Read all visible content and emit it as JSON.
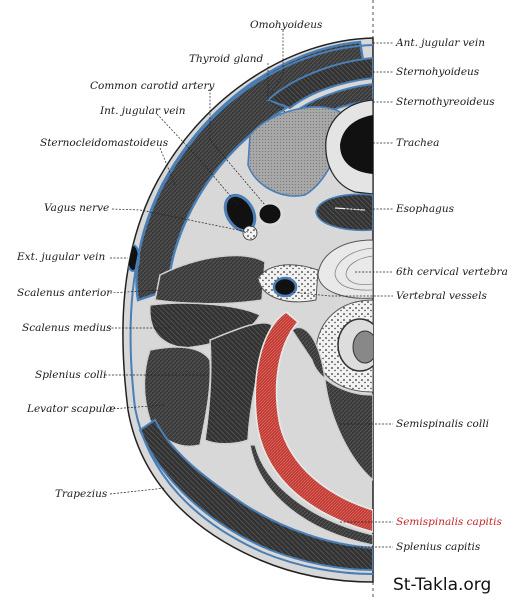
{
  "figure": {
    "labels_left": {
      "omohyoideus": "Omohyoideus",
      "thyroid_gland": "Thyroid gland",
      "common_carotid_artery": "Common carotid artery",
      "int_jugular_vein": "Int. jugular vein",
      "sternocleidomastoideus": "Sternocleidomastoideus",
      "vagus_nerve": "Vagus nerve",
      "ext_jugular_vein": "Ext. jugular vein",
      "scalenus_anterior": "Scalenus anterior",
      "scalenus_medius": "Scalenus medius",
      "splenius_colli": "Splenius colli",
      "levator_scapulae": "Levator scapulæ",
      "trapezius": "Trapezius"
    },
    "labels_right": {
      "ant_jugular_vein": "Ant. jugular vein",
      "sternohyoideus": "Sternohyoideus",
      "sternothyreoideus": "Sternothyreoideus",
      "trachea": "Trachea",
      "esophagus": "Esophagus",
      "sixth_cervical_vertebra": "6th cervical vertebra",
      "vertebral_vessels": "Vertebral vessels",
      "semispinalis_colli": "Semispinalis colli",
      "semispinalis_capitis": "Semispinalis capitis",
      "splenius_capitis": "Splenius capitis"
    },
    "watermark": "St-Takla.org",
    "colors": {
      "muscle": "#3c3c3c",
      "fascia": "#d8d8d8",
      "vessel_blue": "#4a7fb5",
      "highlight_red": "#c0282c",
      "bone": "#e6e6e6",
      "thyroid": "#9a9a9a"
    }
  }
}
